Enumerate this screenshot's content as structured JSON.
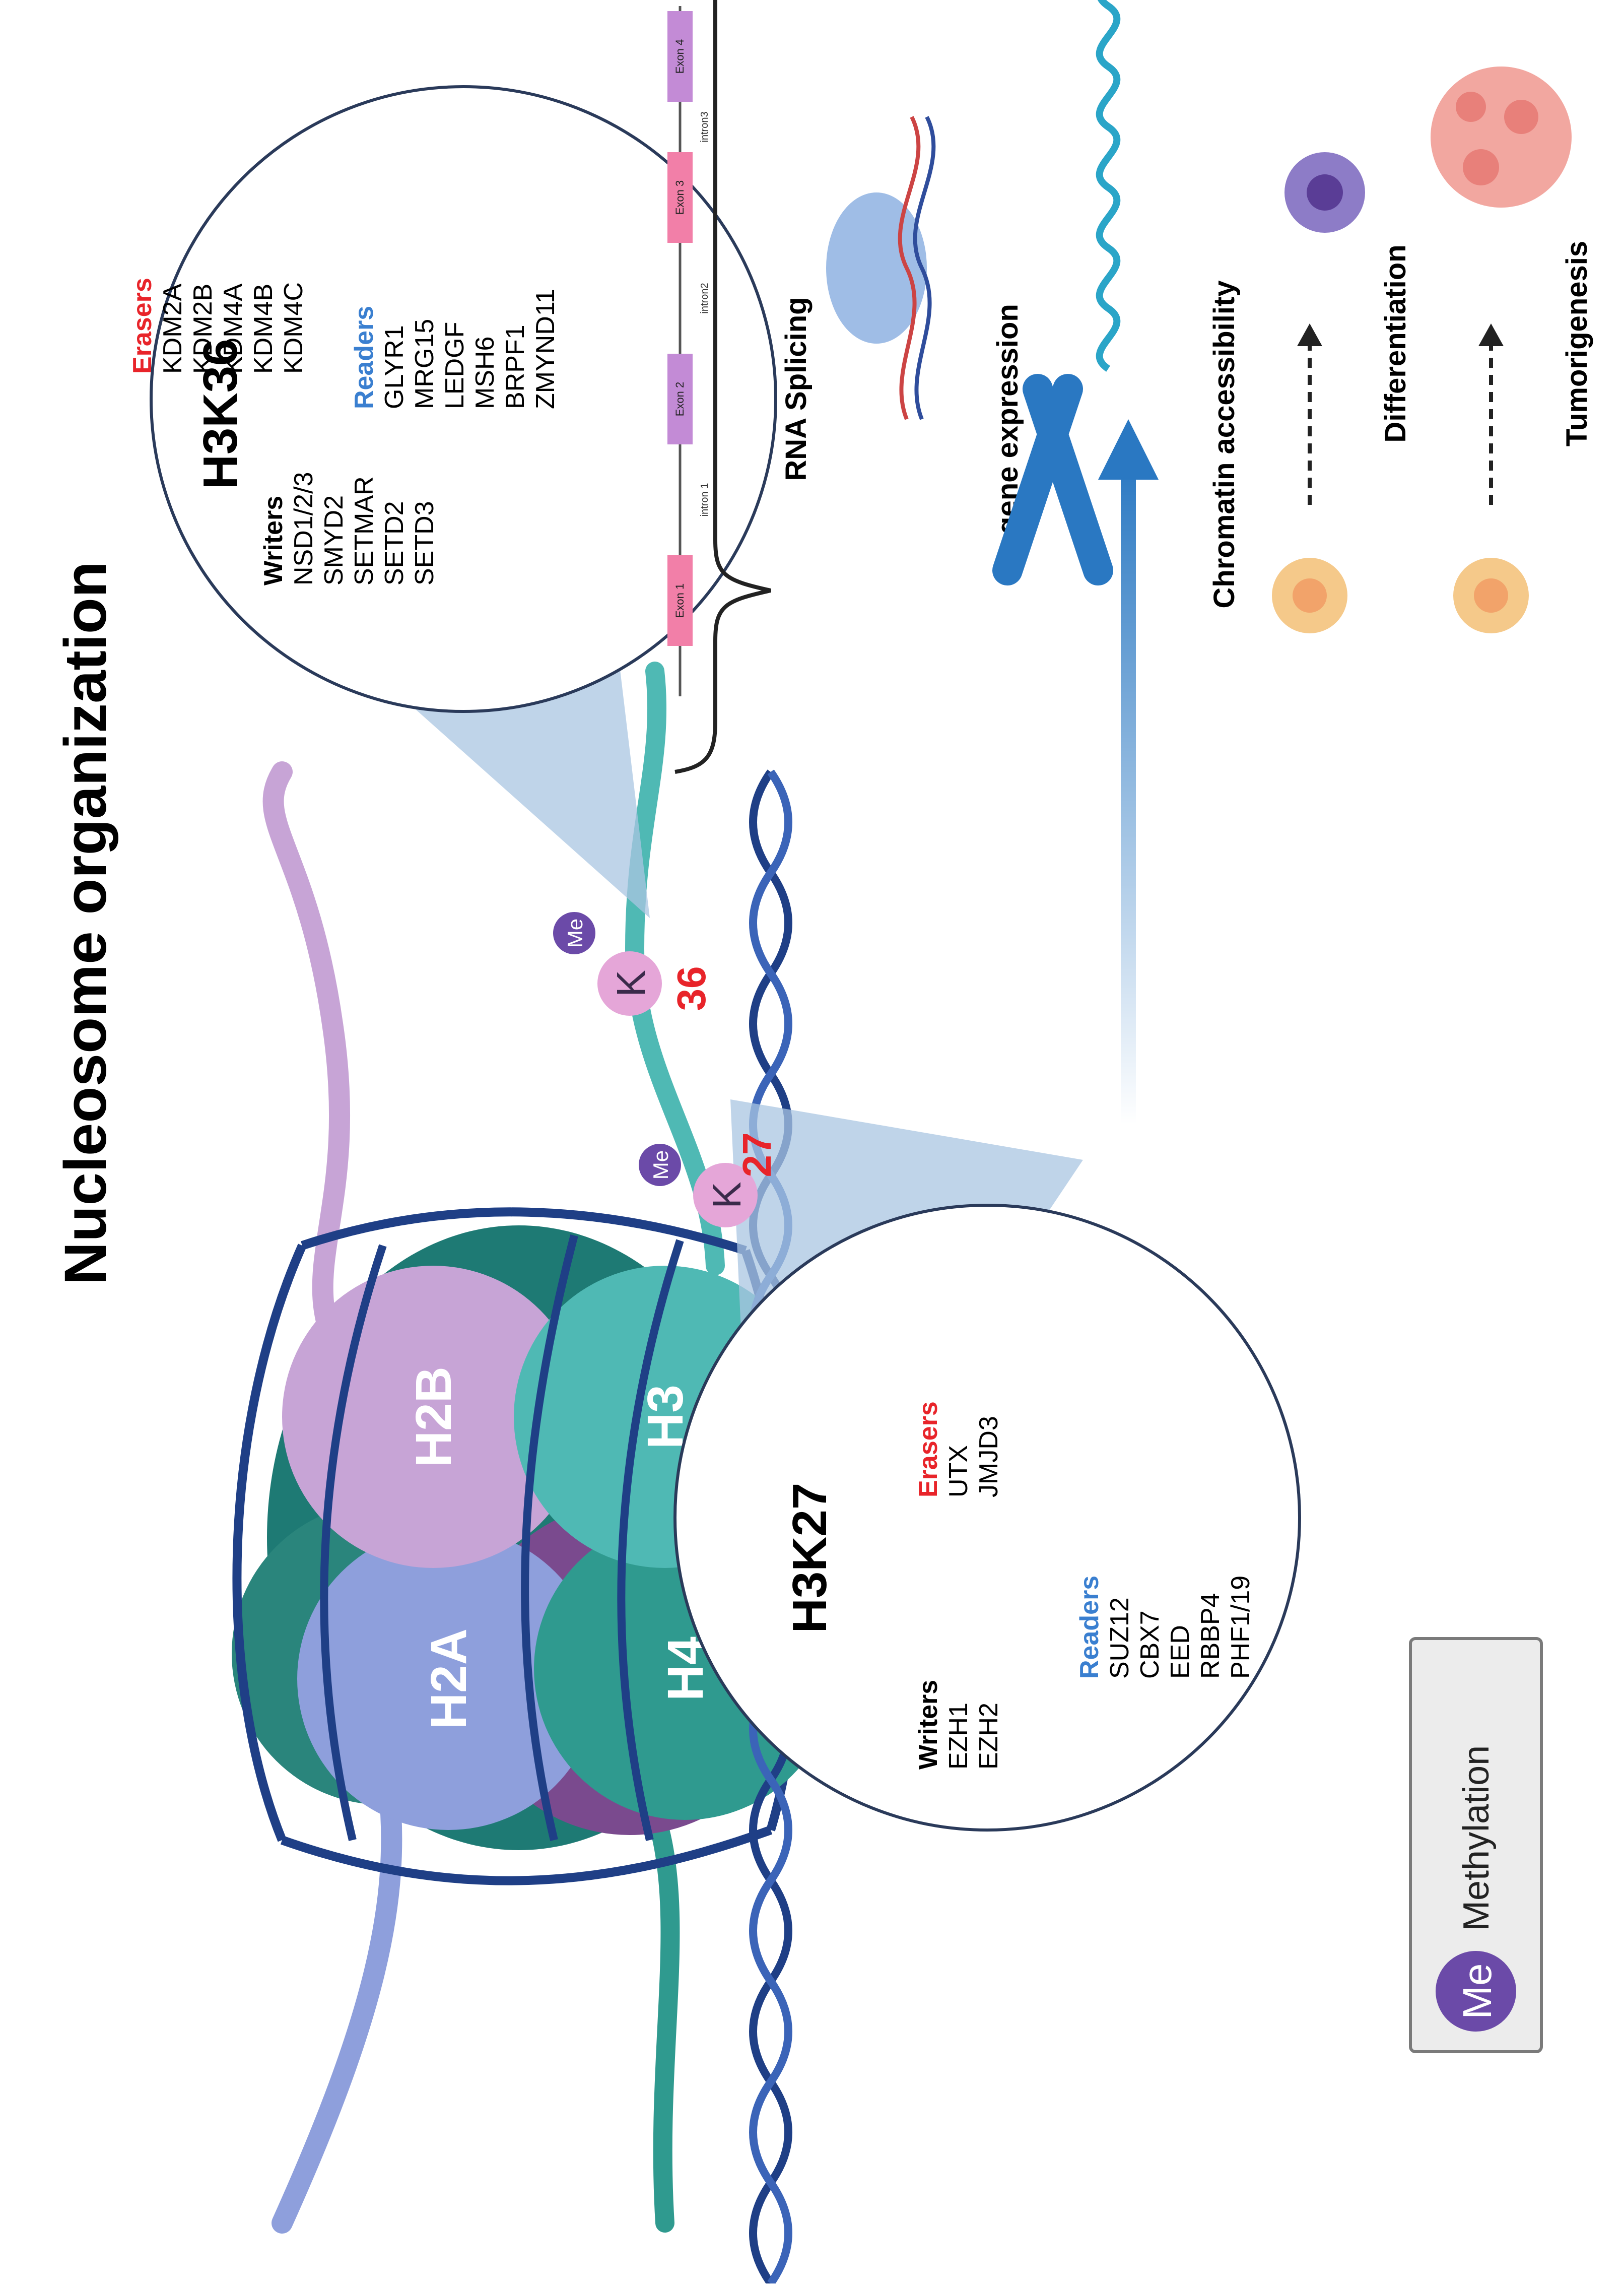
{
  "title": "Nucleosome organization",
  "colors": {
    "writers": "#000000",
    "erasers": "#e8242a",
    "readers": "#3a7fd0",
    "site_label": "#e8242a",
    "lysine": "#e5a6d8",
    "methyl": "#6b4aa8",
    "arrow": "#2a78c2",
    "h2a": "#8e9fdc",
    "h2b": "#c7a4d6",
    "h3": "#4fb9b4",
    "h4": "#2f9a8f",
    "dna": "#1f3f86"
  },
  "histones": {
    "h2a": "H2A",
    "h2b": "H2B",
    "h3": "H3",
    "h4": "H4"
  },
  "sites": {
    "k27_label": "27",
    "k36_label": "36",
    "lysine_letter": "K",
    "methyl_tag": "Me"
  },
  "h3k36": {
    "title": "H3K36",
    "writers_header": "Writers",
    "writers": [
      "NSD1/2/3",
      "SMYD2",
      "SETMAR",
      "SETD2",
      "SETD3"
    ],
    "erasers_header": "Erasers",
    "erasers": [
      "KDM2A",
      "KDM2B",
      "KDM4A",
      "KDM4B",
      "KDM4C"
    ],
    "readers_header": "Readers",
    "readers": [
      "GLYR1",
      "MRG15",
      "LEDGF",
      "MSH6",
      "BRPF1",
      "ZMYND11"
    ]
  },
  "h3k27": {
    "title": "H3K27",
    "writers_header": "Writers",
    "writers": [
      "EZH1",
      "EZH2"
    ],
    "erasers_header": "Erasers",
    "erasers": [
      "UTX",
      "JMJD3"
    ],
    "readers_header": "Readers",
    "readers": [
      "SUZ12",
      "CBX7",
      "EED",
      "RBBP4",
      "PHF1/19"
    ]
  },
  "outcomes": {
    "rna_splicing": "RNA Splicing",
    "gene_expression": "gene expression",
    "chromatin_accessibility": "Chromatin accessibility",
    "differentiation": "Differentiation",
    "tumorigenesis": "Tumorigenesis"
  },
  "gene": {
    "exons": [
      "Exon 1",
      "Exon 2",
      "Exon 3",
      "Exon 4"
    ],
    "introns": [
      "intron 1",
      "intron2",
      "intron3"
    ]
  },
  "legend": {
    "badge": "Me",
    "label": "Methylation"
  }
}
